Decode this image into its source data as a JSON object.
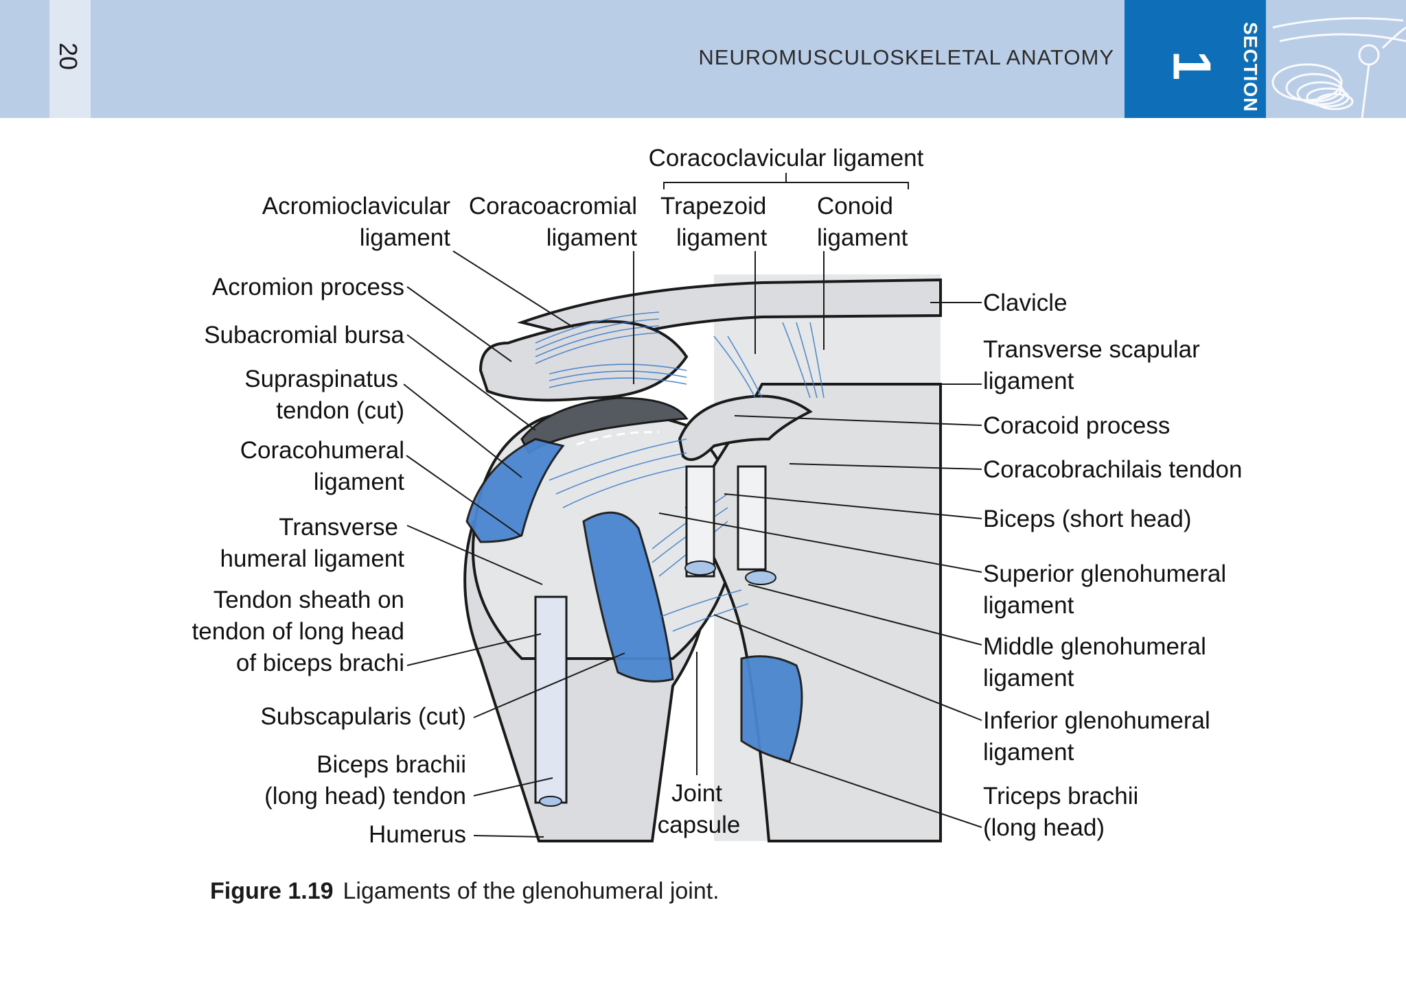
{
  "header": {
    "page_number": "20",
    "running_head": "NEUROMUSCULOSKELETAL ANATOMY",
    "section_number": "1",
    "section_word": "SECTION"
  },
  "figure": {
    "labels_top": {
      "coracoclavicular": "Coracoclavicular ligament",
      "acromioclavicular_1": "Acromioclavicular",
      "acromioclavicular_2": "ligament",
      "coracoacromial_1": "Coracoacromial",
      "coracoacromial_2": "ligament",
      "trapezoid_1": "Trapezoid",
      "trapezoid_2": "ligament",
      "conoid_1": "Conoid",
      "conoid_2": "ligament"
    },
    "labels_left": {
      "acromion": "Acromion process",
      "subacromial": "Subacromial bursa",
      "supraspinatus_1": "Supraspinatus",
      "supraspinatus_2": "tendon (cut)",
      "coracohumeral_1": "Coracohumeral",
      "coracohumeral_2": "ligament",
      "transverse_humeral_1": "Transverse",
      "transverse_humeral_2": "humeral ligament",
      "tendon_sheath_1": "Tendon sheath on",
      "tendon_sheath_2": "tendon of long head",
      "tendon_sheath_3": "of biceps brachi",
      "subscapularis": "Subscapularis (cut)",
      "biceps_long_1": "Biceps brachii",
      "biceps_long_2": "(long head) tendon",
      "humerus": "Humerus"
    },
    "labels_bottom": {
      "joint_1": "Joint",
      "joint_2": "capsule"
    },
    "labels_right": {
      "clavicle": "Clavicle",
      "transverse_scapular_1": "Transverse scapular",
      "transverse_scapular_2": "ligament",
      "coracoid": "Coracoid process",
      "coracobrachialis": "Coracobrachilais tendon",
      "biceps_short": "Biceps (short head)",
      "superior_gh_1": "Superior glenohumeral",
      "superior_gh_2": "ligament",
      "middle_gh_1": "Middle glenohumeral",
      "middle_gh_2": "ligament",
      "inferior_gh_1": "Inferior glenohumeral",
      "inferior_gh_2": "ligament",
      "triceps_1": "Triceps brachii",
      "triceps_2": "(long head)"
    }
  },
  "caption": {
    "number": "Figure 1.19",
    "text": "Ligaments of the glenohumeral joint."
  },
  "colors": {
    "header_band": "#b9cde7",
    "section_box": "#0e6fb8",
    "ligament_blue": "#4a86cf",
    "bone_grey": "#d9dbdd"
  }
}
